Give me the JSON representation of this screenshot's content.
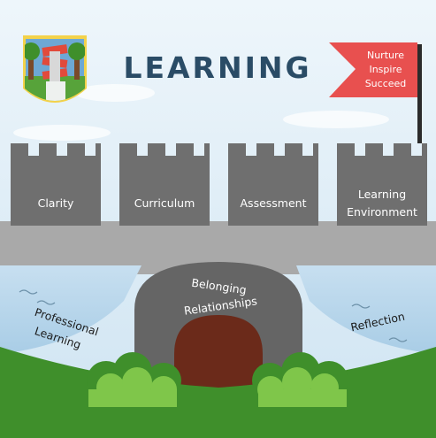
{
  "title": "LEARNING",
  "flag": {
    "lines": [
      "Nurture",
      "Inspire",
      "Succeed"
    ]
  },
  "towers": [
    "Clarity",
    "Curriculum",
    "Assessment",
    "Learning Environment"
  ],
  "tower_lines": {
    "learning_environment_1": "Learning",
    "learning_environment_2": "Environment"
  },
  "gate": {
    "line1": "Belonging",
    "line2": "Relationships"
  },
  "moat": {
    "left_1": "Professional",
    "left_2": "Learning",
    "right": "Reflection"
  },
  "colors": {
    "sky": "#dcecf6",
    "wall": "#a9a9a9",
    "tower": "#6f6f6f",
    "gate_dark": "#656565",
    "door": "#6b2a1a",
    "flag": "#e8504f",
    "grass": "#3f8f2b",
    "bush": "#7fc64a",
    "title": "#2a4c66"
  }
}
